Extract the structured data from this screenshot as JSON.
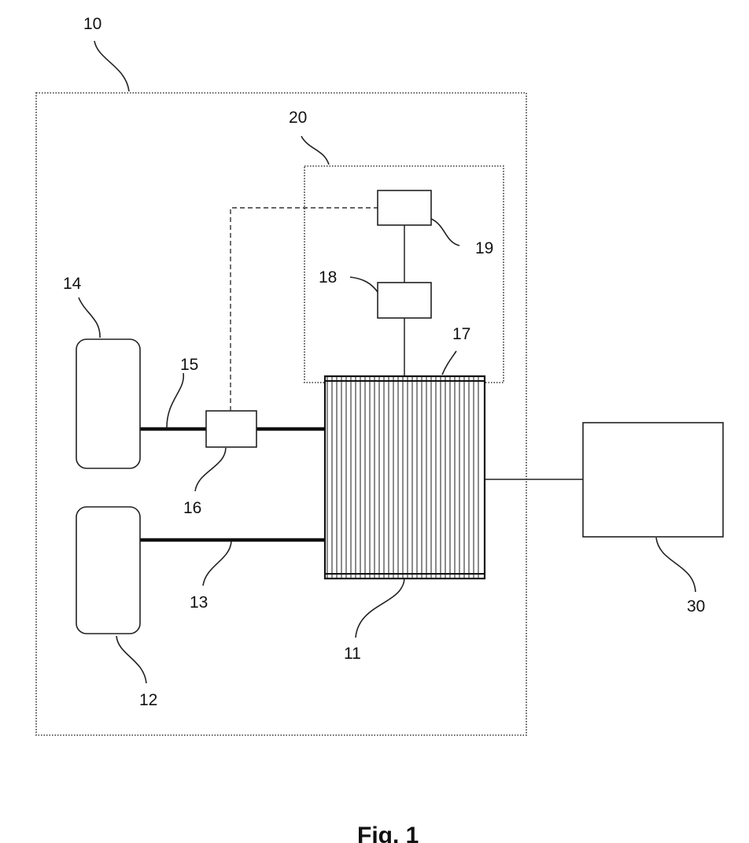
{
  "figure": {
    "caption": "Fig. 1"
  },
  "labels": {
    "system": "10",
    "stack": "11",
    "tank_a": "12",
    "line_a": "13",
    "tank_b": "14",
    "line_b": "15",
    "valve": "16",
    "stack_top": "17",
    "module_lower": "18",
    "module_upper": "19",
    "subsystem": "20",
    "external": "30"
  }
}
